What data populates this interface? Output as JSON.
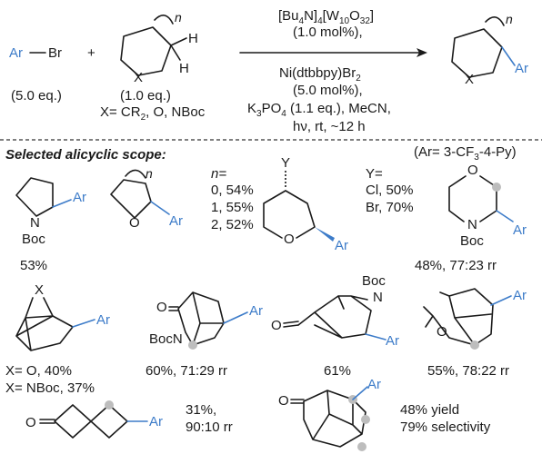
{
  "reaction": {
    "aryl_bromide": "Ar",
    "bromine": "Br",
    "aryl_equiv": "(5.0 eq.)",
    "plus": "+",
    "substrate_n": "n",
    "h1": "H",
    "h2": "H",
    "ring_x": "X",
    "substrate_equiv": "(1.0 eq.)",
    "x_options": "X= CR",
    "x_sub": "2",
    "x_options_rest": ", O, NBoc",
    "cat1_line1": "[Bu",
    "cat1_sub1": "4",
    "cat1_mid": "N]",
    "cat1_sub2": "4",
    "cat1_mid2": "[W",
    "cat1_sub3": "10",
    "cat1_mid3": "O",
    "cat1_sub4": "32",
    "cat1_end": "]",
    "cat1_loading": "(1.0 mol%),",
    "cat2_line1": "Ni(dtbbpy)Br",
    "cat2_sub": "2",
    "cat2_loading": "(5.0 mol%),",
    "base": "K",
    "base_sub1": "3",
    "base_mid": "PO",
    "base_sub2": "4",
    "base_rest": " (1.1 eq.), MeCN,",
    "conditions": "hν, rt, ~12 h",
    "product_n": "n",
    "product_x": "X",
    "product_ar": "Ar"
  },
  "scope": {
    "title": "Selected alicyclic scope:",
    "ar_def": "(Ar= 3-CF",
    "ar_def_sub": "3",
    "ar_def_rest": "-4-Py)",
    "pyrrolidine": {
      "n_label": "N",
      "boc": "Boc",
      "ar": "Ar",
      "yield": "53%"
    },
    "thf": {
      "n_label": "n",
      "o_label": "O",
      "ar": "Ar"
    },
    "thf_yields": {
      "head": "n=",
      "row0": "0, 54%",
      "row1": "1, 55%",
      "row2": "2, 52%"
    },
    "pyran": {
      "y_label": "Y",
      "o_label": "O",
      "ar": "Ar"
    },
    "pyran_yields": {
      "head": "Y=",
      "row0": "Cl, 50%",
      "row1": "Br, 70%"
    },
    "morpholine": {
      "o_label": "O",
      "n_label": "N",
      "boc": "Boc",
      "ar": "Ar",
      "yield": "48%, 77:23 rr"
    },
    "norbornane": {
      "x_label": "X",
      "ar": "Ar",
      "yield1": "X= O, 40%",
      "yield2": "X= NBoc, 37%"
    },
    "lactam": {
      "o_label": "O",
      "n_label": "BocN",
      "ar": "Ar",
      "yield": "60%, 71:29 rr"
    },
    "tropinone": {
      "boc": "Boc",
      "n_label": "N",
      "o_label": "O",
      "ar": "Ar",
      "yield": "61%"
    },
    "cineole": {
      "o_label": "O",
      "ar": "Ar",
      "yield": "55%, 78:22 rr"
    },
    "spiro": {
      "o_label": "O",
      "ar": "Ar",
      "yield1": "31%,",
      "yield2": "90:10 rr"
    },
    "adamantanone": {
      "o_label": "O",
      "ar": "Ar",
      "yield1": "48% yield",
      "yield2": "79% selectivity"
    }
  }
}
